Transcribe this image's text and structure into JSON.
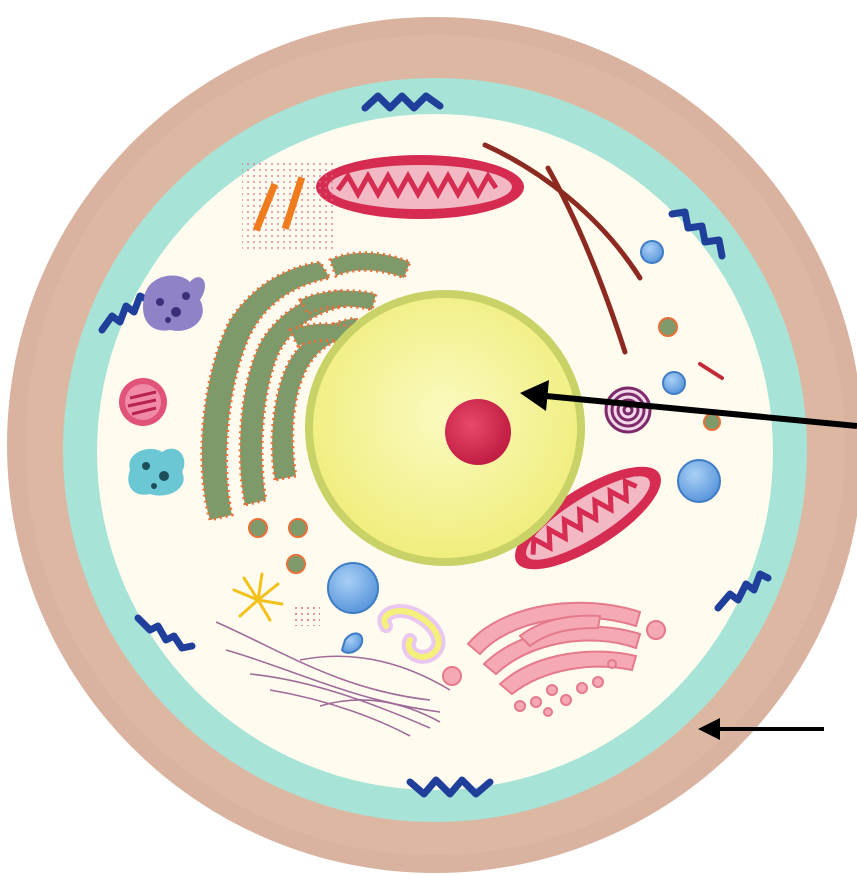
{
  "diagram": {
    "kind": "animal cell",
    "labels": [],
    "pointers": [
      {
        "id": "nucleus-pointer",
        "target": "nucleus"
      },
      {
        "id": "membrane-pointer",
        "target": "cell-membrane"
      }
    ]
  },
  "colors": {
    "outer_layer": "#d9b3a0",
    "outer_layer_edge": "#c9a08c",
    "cell_membrane_band": "#a8e3d8",
    "cytoplasm": "#fffcef",
    "nucleus": "#f2f08a",
    "nucleus_edge": "#c9d266",
    "nucleolus": "#d92a52",
    "mitochondria": "#d62c52",
    "mitochondria_inner": "#f7c9d2",
    "rough_er": "#7f9a6a",
    "ribosome_dots": "#e8703a",
    "golgi": "#f4a9b4",
    "golgi_edge": "#e57a8a",
    "vesicle": "#6aa7e6",
    "vesicle_edge": "#3e7cc4",
    "microtubule": "#8c2a22",
    "centriole": "#f07b1c",
    "protein_squiggle": "#1f3f9a",
    "lysosome_violet": "#7e6cb6",
    "lysosome_pink": "#e2537a",
    "lysosome_cyan": "#6cc7d4",
    "peroxisome": "#7f9a4a",
    "cytoskeleton_fibers": "#9a5a8a",
    "arrow": "#000000"
  },
  "icons": [
    "nucleus-icon",
    "mitochondrion-icon",
    "golgi-icon",
    "rough-er-icon",
    "vesicle-icon",
    "centriole-icon",
    "lysosome-icon",
    "arrow-icon"
  ]
}
